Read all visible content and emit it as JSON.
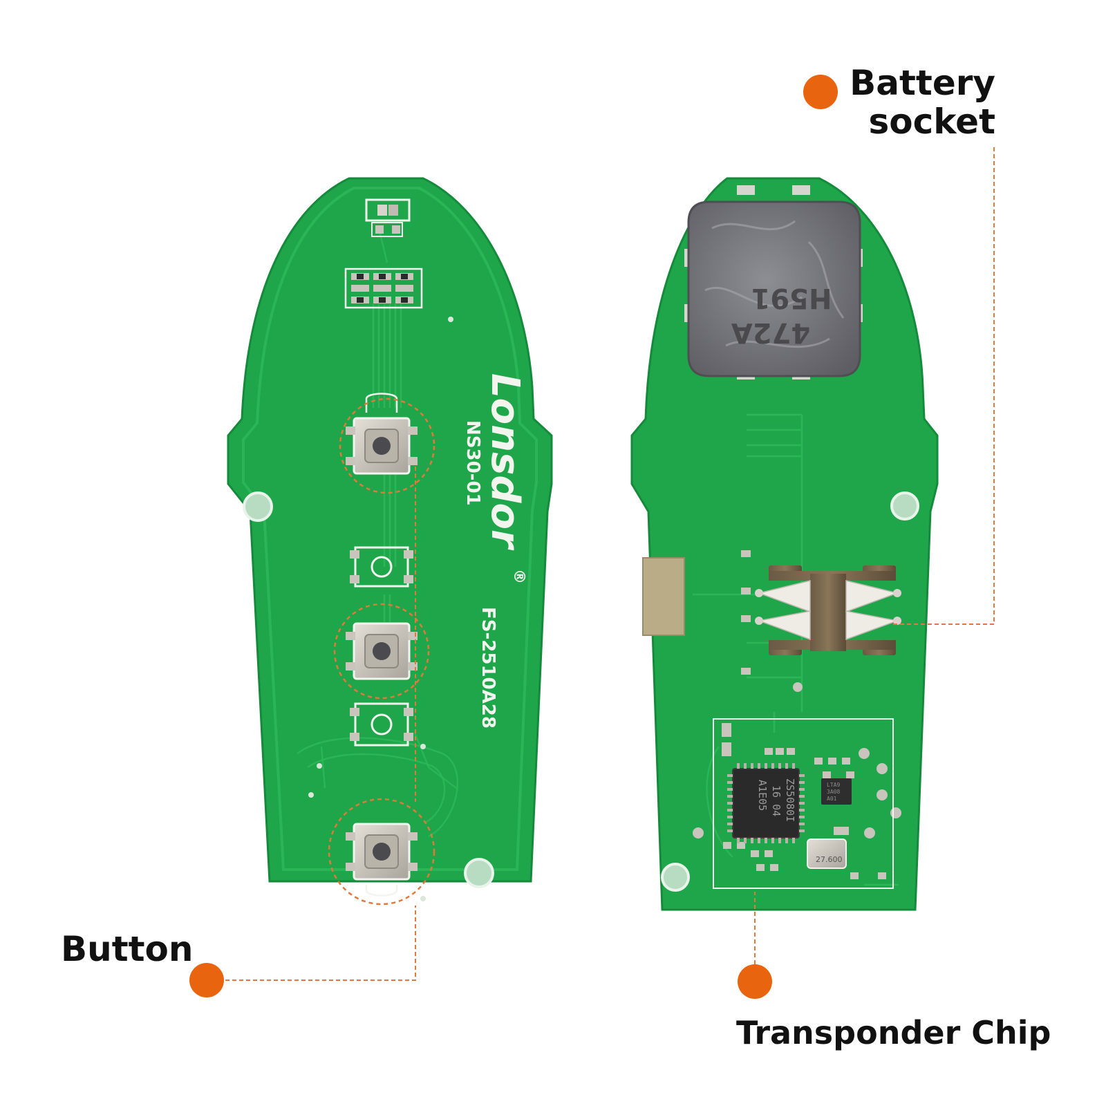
{
  "labels": {
    "battery_line1": "Battery",
    "battery_line2": "socket",
    "button": "Button",
    "transponder": "Transponder Chip"
  },
  "board_front": {
    "brand": "Lonsdor",
    "registered": "®",
    "model": "NS30-01",
    "part_number": "FS-2510A28"
  },
  "board_back": {
    "inductor_marking_line1": "H591",
    "inductor_marking_line2": "472A",
    "chip_marking_line1": "ZS5080I",
    "chip_marking_line2": "16 04",
    "chip_marking_line3": "A1E05",
    "crystal_marking": "27.600",
    "small_chip_line1": "LTA9",
    "small_chip_line2": "3A08",
    "small_chip_line3": "A01"
  },
  "colors": {
    "pcb_green": "#1fa64a",
    "pcb_trace": "#2bb556",
    "silkscreen": "#f2f4ee",
    "callout_dot": "#e9640f",
    "callout_line": "#e0793a",
    "pad_metal": "#c9c5bd",
    "chip_black": "#2a2a2a",
    "inductor_grey": "#76767c"
  }
}
